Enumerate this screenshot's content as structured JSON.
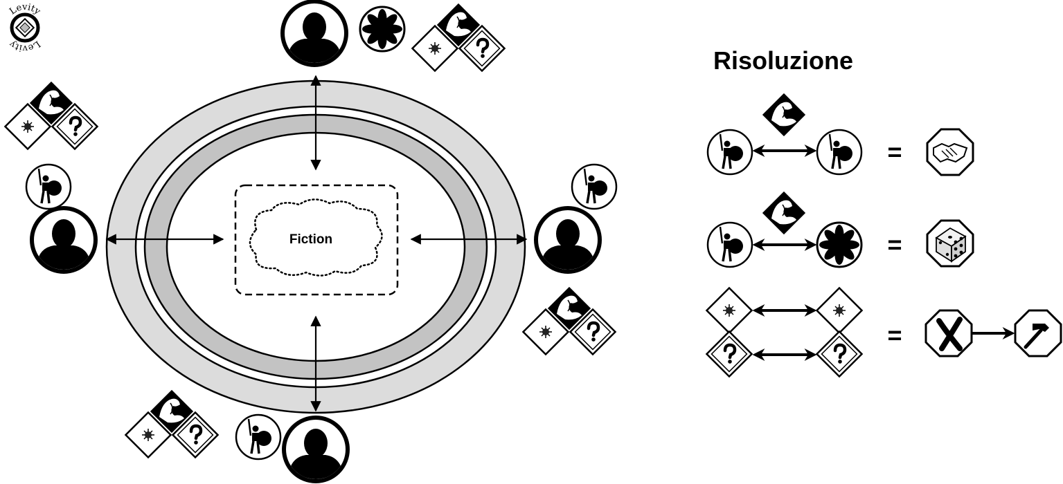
{
  "logo": {
    "text": "Levity"
  },
  "diagram": {
    "center_label": "Fiction",
    "players": [
      {
        "id": "top",
        "icons": [
          "player-avatar-icon",
          "opposition-star-icon",
          "stat-strength-icon",
          "stat-virtue-icon",
          "stat-question-icon"
        ]
      },
      {
        "id": "left",
        "icons": [
          "player-avatar-icon",
          "warrior-shield-icon",
          "stat-strength-icon",
          "stat-virtue-icon",
          "stat-question-icon"
        ]
      },
      {
        "id": "right",
        "icons": [
          "player-avatar-icon",
          "warrior-shield-icon",
          "stat-strength-icon",
          "stat-virtue-icon",
          "stat-question-icon"
        ]
      },
      {
        "id": "bottom",
        "icons": [
          "player-avatar-icon",
          "warrior-shield-icon",
          "stat-strength-icon",
          "stat-virtue-icon",
          "stat-question-icon"
        ]
      }
    ]
  },
  "resolution": {
    "title": "Risoluzione",
    "equals": "=",
    "rows": [
      {
        "left": "warrior-shield-icon",
        "right": "warrior-shield-icon",
        "over": "stat-strength-icon",
        "result": "handshake-icon"
      },
      {
        "left": "warrior-shield-icon",
        "right": "opposition-star-icon",
        "over": "stat-strength-icon",
        "result": "dice-icon"
      },
      {
        "left": "stat-virtue-icon + stat-question-icon",
        "right": "stat-virtue-icon + stat-question-icon",
        "result": "cross-icon",
        "then": "hammer-icon"
      }
    ]
  },
  "colors": {
    "ring_outer": "#dcdcdc",
    "ring_inner": "#c3c3c3",
    "ink": "#000000"
  }
}
